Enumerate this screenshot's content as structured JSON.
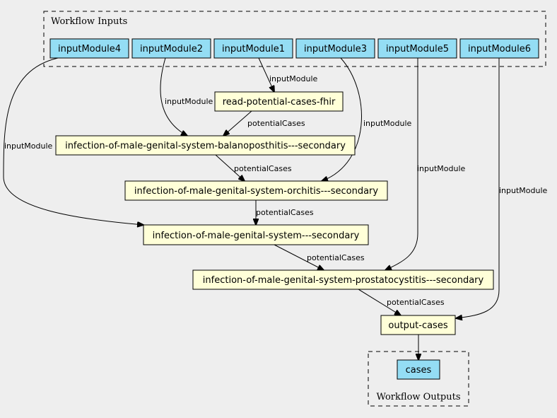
{
  "clusters": {
    "inputs_label": "Workflow Inputs",
    "outputs_label": "Workflow Outputs"
  },
  "inputs": {
    "inputModule4": "inputModule4",
    "inputModule2": "inputModule2",
    "inputModule1": "inputModule1",
    "inputModule3": "inputModule3",
    "inputModule5": "inputModule5",
    "inputModule6": "inputModule6"
  },
  "steps": {
    "read": "read-potential-cases-fhir",
    "balano": "infection-of-male-genital-system-balanoposthitis---secondary",
    "orchitis": "infection-of-male-genital-system-orchitis---secondary",
    "secondary": "infection-of-male-genital-system---secondary",
    "prostato": "infection-of-male-genital-system-prostatocystitis---secondary",
    "output_cases": "output-cases"
  },
  "outputs": {
    "cases": "cases"
  },
  "edge_labels": {
    "e_in1_read": "inputModule",
    "e_in2_balano": "inputModule",
    "e_read_balano": "potentialCases",
    "e_in3_orchitis": "inputModule",
    "e_in4_secondary": "inputModule",
    "e_balano_orchitis": "potentialCases",
    "e_in5_prostato": "inputModule",
    "e_orchitis_secondary": "potentialCases",
    "e_in6_output": "inputModule",
    "e_secondary_prostato": "potentialCases",
    "e_prostato_output": "potentialCases"
  },
  "colors": {
    "input_fill": "#94ddf4",
    "step_fill": "#ffffd8",
    "background": "#eeeeee"
  }
}
